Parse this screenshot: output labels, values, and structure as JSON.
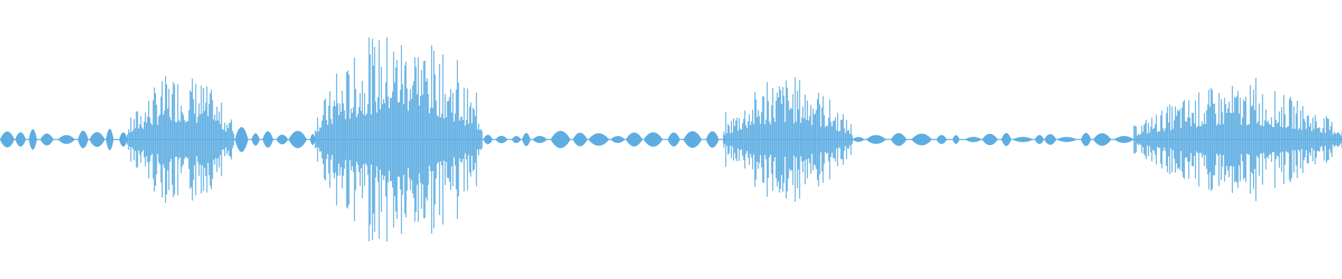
{
  "waveform": {
    "color": "#5dade2",
    "background": "#ffffff",
    "segments": [
      {
        "name": "quiet-intro",
        "start": 0.0,
        "end": 0.095,
        "peak": 0.1
      },
      {
        "name": "burst-1",
        "start": 0.095,
        "end": 0.175,
        "peak": 0.62
      },
      {
        "name": "ripple-1",
        "start": 0.175,
        "end": 0.235,
        "peak": 0.12
      },
      {
        "name": "burst-2",
        "start": 0.235,
        "end": 0.36,
        "peak": 1.0
      },
      {
        "name": "quiet-middle-1",
        "start": 0.36,
        "end": 0.54,
        "peak": 0.08
      },
      {
        "name": "burst-3",
        "start": 0.54,
        "end": 0.635,
        "peak": 0.58
      },
      {
        "name": "quiet-middle-2",
        "start": 0.635,
        "end": 0.845,
        "peak": 0.06
      },
      {
        "name": "burst-4",
        "start": 0.845,
        "end": 1.0,
        "peak": 0.5
      }
    ]
  }
}
